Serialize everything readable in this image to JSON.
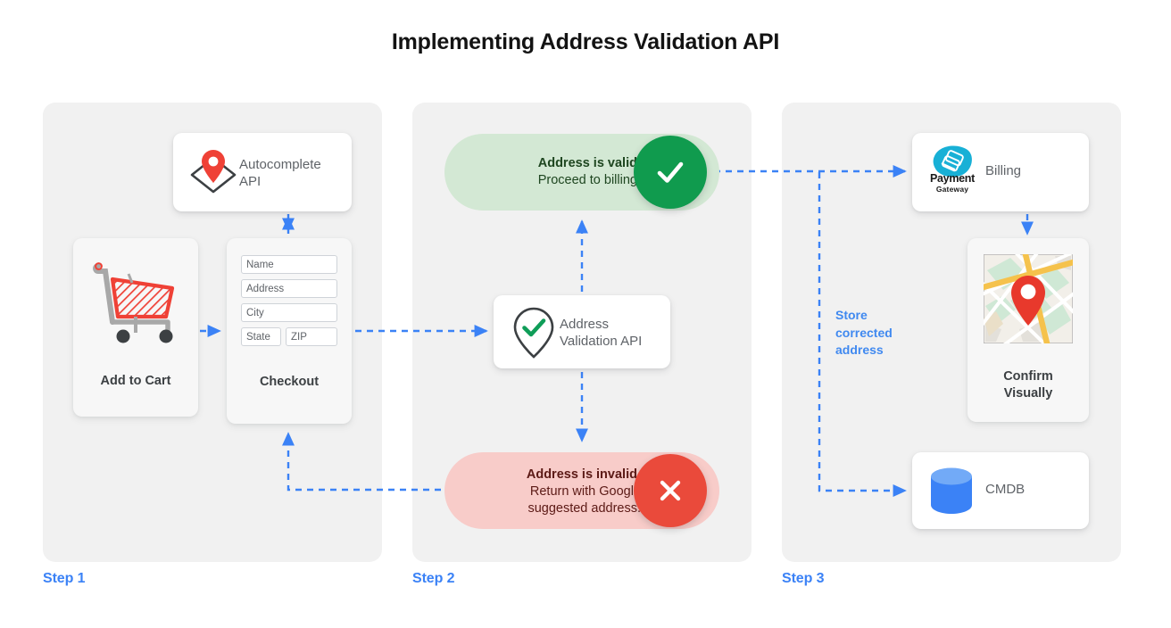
{
  "page": {
    "title": "Implementing Address Validation API",
    "accent_blue": "#3b82f6",
    "panel_bg": "#f1f1f1",
    "valid_green": "#109b4e",
    "invalid_red": "#ea4a3b"
  },
  "steps": [
    {
      "label": "Step 1"
    },
    {
      "label": "Step 2"
    },
    {
      "label": "Step 3"
    }
  ],
  "step1": {
    "autocomplete": {
      "icon": "map-pin-envelope-icon",
      "line1": "Autocomplete",
      "line2": "API"
    },
    "add_to_cart": {
      "icon": "shopping-cart-icon",
      "label": "Add to Cart"
    },
    "checkout": {
      "label": "Checkout",
      "fields": [
        {
          "name": "name-field",
          "placeholder": "Name"
        },
        {
          "name": "address-field",
          "placeholder": "Address"
        },
        {
          "name": "city-field",
          "placeholder": "City"
        },
        {
          "name": "state-field",
          "placeholder": "State"
        },
        {
          "name": "zip-field",
          "placeholder": "ZIP"
        }
      ]
    }
  },
  "step2": {
    "valid": {
      "line1": "Address is valid.",
      "line2": "Proceed to billing.",
      "badge_icon": "check-icon",
      "bg": "#d3e8d4",
      "badge_bg": "#109b4e"
    },
    "invalid": {
      "line1": "Address is invalid.",
      "line2": "Return with Google",
      "line3": "suggested address.",
      "badge_icon": "close-x-icon",
      "bg": "#f8ccc9",
      "badge_bg": "#ea4a3b"
    },
    "validation_api": {
      "icon": "pin-check-icon",
      "line1": "Address",
      "line2": "Validation API"
    }
  },
  "step3": {
    "billing": {
      "icon": "payment-gateway-icon",
      "logo_line1": "Payment",
      "logo_line2": "Gateway",
      "label": "Billing"
    },
    "confirm": {
      "icon": "map-thumbnail-icon",
      "line1": "Confirm",
      "line2": "Visually"
    },
    "cmdb": {
      "icon": "database-icon",
      "label": "CMDB"
    },
    "store_note": {
      "line1": "Store",
      "line2": "corrected",
      "line3": "address"
    }
  }
}
